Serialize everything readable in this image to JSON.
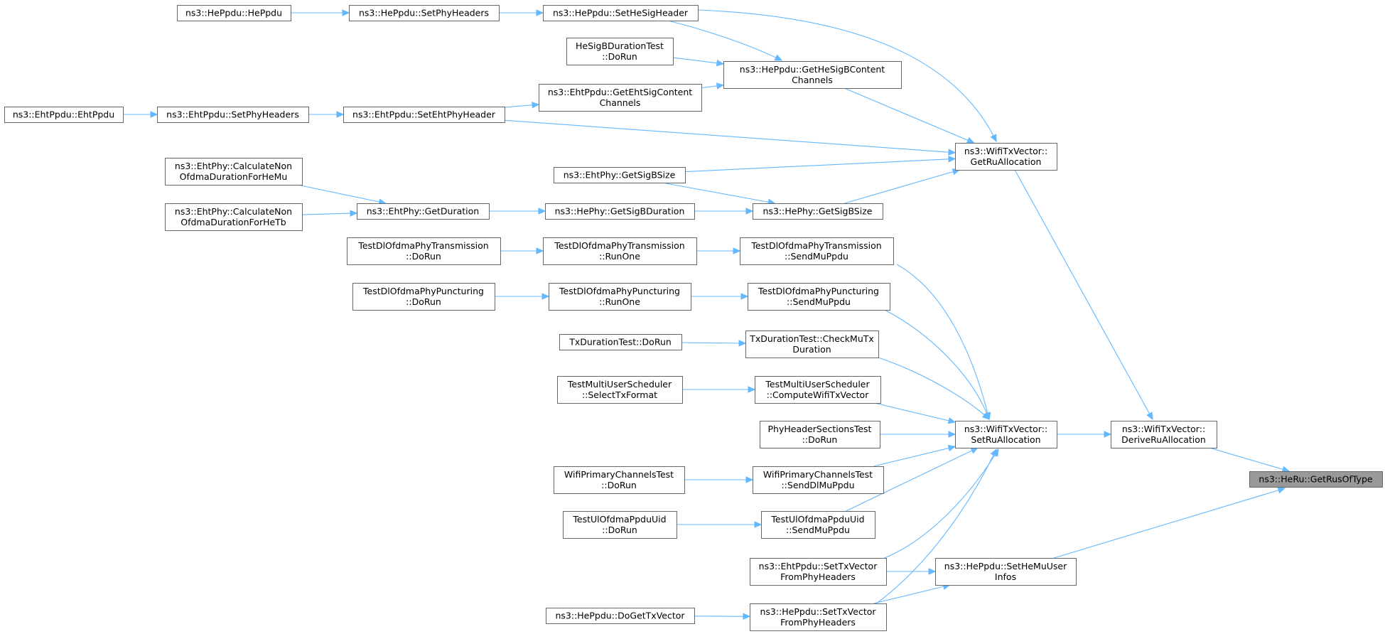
{
  "diagram": {
    "nodes": [
      {
        "id": "heppdu_ctor",
        "lines": [
          "ns3::HePpdu::HePpdu"
        ]
      },
      {
        "id": "heppdu_setphyheaders",
        "lines": [
          "ns3::HePpdu::SetPhyHeaders"
        ]
      },
      {
        "id": "heppdu_sethesigheader",
        "lines": [
          "ns3::HePpdu::SetHeSigHeader"
        ]
      },
      {
        "id": "hesigb_dorun",
        "lines": [
          "HeSigBDurationTest",
          "::DoRun"
        ]
      },
      {
        "id": "heppdu_gethesigbcontentchannels",
        "lines": [
          "ns3::HePpdu::GetHeSigBContent",
          "Channels"
        ]
      },
      {
        "id": "ehtppdu_ctor",
        "lines": [
          "ns3::EhtPpdu::EhtPpdu"
        ]
      },
      {
        "id": "ehtppdu_setphyheaders",
        "lines": [
          "ns3::EhtPpdu::SetPhyHeaders"
        ]
      },
      {
        "id": "ehtppdu_setehtphyheader",
        "lines": [
          "ns3::EhtPpdu::SetEhtPhyHeader"
        ]
      },
      {
        "id": "ehtppdu_getehtsigcontentchannels",
        "lines": [
          "ns3::EhtPpdu::GetEhtSigContent",
          "Channels"
        ]
      },
      {
        "id": "wifitxvector_getruallocation",
        "lines": [
          "ns3::WifiTxVector::",
          "GetRuAllocation"
        ]
      },
      {
        "id": "ehtphy_getsigbsize",
        "lines": [
          "ns3::EhtPhy::GetSigBSize"
        ]
      },
      {
        "id": "ehtphy_calc_hemu",
        "lines": [
          "ns3::EhtPhy::CalculateNon",
          "OfdmaDurationForHeMu"
        ]
      },
      {
        "id": "ehtphy_calc_hetb",
        "lines": [
          "ns3::EhtPhy::CalculateNon",
          "OfdmaDurationForHeTb"
        ]
      },
      {
        "id": "ehtphy_getduration",
        "lines": [
          "ns3::EhtPhy::GetDuration"
        ]
      },
      {
        "id": "hephy_getsigbduration",
        "lines": [
          "ns3::HePhy::GetSigBDuration"
        ]
      },
      {
        "id": "hephy_getsigbsize",
        "lines": [
          "ns3::HePhy::GetSigBSize"
        ]
      },
      {
        "id": "dlofdma_tx_dorun",
        "lines": [
          "TestDlOfdmaPhyTransmission",
          "::DoRun"
        ]
      },
      {
        "id": "dlofdma_tx_runone",
        "lines": [
          "TestDlOfdmaPhyTransmission",
          "::RunOne"
        ]
      },
      {
        "id": "dlofdma_tx_sendmuppdu",
        "lines": [
          "TestDlOfdmaPhyTransmission",
          "::SendMuPpdu"
        ]
      },
      {
        "id": "dlofdma_punc_dorun",
        "lines": [
          "TestDlOfdmaPhyPuncturing",
          "::DoRun"
        ]
      },
      {
        "id": "dlofdma_punc_runone",
        "lines": [
          "TestDlOfdmaPhyPuncturing",
          "::RunOne"
        ]
      },
      {
        "id": "dlofdma_punc_sendmuppdu",
        "lines": [
          "TestDlOfdmaPhyPuncturing",
          "::SendMuPpdu"
        ]
      },
      {
        "id": "txduration_dorun",
        "lines": [
          "TxDurationTest::DoRun"
        ]
      },
      {
        "id": "txduration_checkmutx",
        "lines": [
          "TxDurationTest::CheckMuTx",
          "Duration"
        ]
      },
      {
        "id": "multiuser_selecttxformat",
        "lines": [
          "TestMultiUserScheduler",
          "::SelectTxFormat"
        ]
      },
      {
        "id": "multiuser_computewifitxvector",
        "lines": [
          "TestMultiUserScheduler",
          "::ComputeWifiTxVector"
        ]
      },
      {
        "id": "phyheadersections_dorun",
        "lines": [
          "PhyHeaderSectionsTest",
          "::DoRun"
        ]
      },
      {
        "id": "wifitxvector_setruallocation",
        "lines": [
          "ns3::WifiTxVector::",
          "SetRuAllocation"
        ]
      },
      {
        "id": "wifitxvector_deriveruallocation",
        "lines": [
          "ns3::WifiTxVector::",
          "DeriveRuAllocation"
        ]
      },
      {
        "id": "heru_getrusoftype",
        "lines": [
          "ns3::HeRu::GetRusOfType"
        ]
      },
      {
        "id": "primarychannels_dorun",
        "lines": [
          "WifiPrimaryChannelsTest",
          "::DoRun"
        ]
      },
      {
        "id": "primarychannels_senddlmuppdu",
        "lines": [
          "WifiPrimaryChannelsTest",
          "::SendDlMuPpdu"
        ]
      },
      {
        "id": "ulofdma_uid_dorun",
        "lines": [
          "TestUlOfdmaPpduUid",
          "::DoRun"
        ]
      },
      {
        "id": "ulofdma_uid_sendmuppdu",
        "lines": [
          "TestUlOfdmaPpduUid",
          "::SendMuPpdu"
        ]
      },
      {
        "id": "ehtppdu_settxvector",
        "lines": [
          "ns3::EhtPpdu::SetTxVector",
          "FromPhyHeaders"
        ]
      },
      {
        "id": "heppdu_sethemuuserinfos",
        "lines": [
          "ns3::HePpdu::SetHeMuUser",
          "Infos"
        ]
      },
      {
        "id": "heppdu_dogettxvector",
        "lines": [
          "ns3::HePpdu::DoGetTxVector"
        ]
      },
      {
        "id": "heppdu_settxvector",
        "lines": [
          "ns3::HePpdu::SetTxVector",
          "FromPhyHeaders"
        ]
      }
    ],
    "highlight_node": "heru_getrusoftype",
    "edges": [
      {
        "from": "heppdu_ctor",
        "to": "heppdu_setphyheaders"
      },
      {
        "from": "heppdu_setphyheaders",
        "to": "heppdu_sethesigheader"
      },
      {
        "from": "heppdu_sethesigheader",
        "to": "wifitxvector_getruallocation"
      },
      {
        "from": "heppdu_sethesigheader",
        "to": "heppdu_gethesigbcontentchannels"
      },
      {
        "from": "hesigb_dorun",
        "to": "heppdu_gethesigbcontentchannels"
      },
      {
        "from": "heppdu_gethesigbcontentchannels",
        "to": "wifitxvector_getruallocation"
      },
      {
        "from": "ehtppdu_ctor",
        "to": "ehtppdu_setphyheaders"
      },
      {
        "from": "ehtppdu_setphyheaders",
        "to": "ehtppdu_setehtphyheader"
      },
      {
        "from": "ehtppdu_setehtphyheader",
        "to": "ehtppdu_getehtsigcontentchannels"
      },
      {
        "from": "ehtppdu_getehtsigcontentchannels",
        "to": "heppdu_gethesigbcontentchannels"
      },
      {
        "from": "ehtppdu_setehtphyheader",
        "to": "wifitxvector_getruallocation"
      },
      {
        "from": "ehtphy_getsigbsize",
        "to": "wifitxvector_getruallocation"
      },
      {
        "from": "ehtphy_getsigbsize",
        "to": "hephy_getsigbsize"
      },
      {
        "from": "hephy_getsigbsize",
        "to": "wifitxvector_getruallocation"
      },
      {
        "from": "ehtphy_calc_hemu",
        "to": "ehtphy_getduration"
      },
      {
        "from": "ehtphy_calc_hetb",
        "to": "ehtphy_getduration"
      },
      {
        "from": "ehtphy_getduration",
        "to": "hephy_getsigbduration"
      },
      {
        "from": "hephy_getsigbduration",
        "to": "hephy_getsigbsize"
      },
      {
        "from": "wifitxvector_getruallocation",
        "to": "wifitxvector_deriveruallocation"
      },
      {
        "from": "dlofdma_tx_dorun",
        "to": "dlofdma_tx_runone"
      },
      {
        "from": "dlofdma_tx_runone",
        "to": "dlofdma_tx_sendmuppdu"
      },
      {
        "from": "dlofdma_tx_sendmuppdu",
        "to": "wifitxvector_setruallocation"
      },
      {
        "from": "dlofdma_punc_dorun",
        "to": "dlofdma_punc_runone"
      },
      {
        "from": "dlofdma_punc_runone",
        "to": "dlofdma_punc_sendmuppdu"
      },
      {
        "from": "dlofdma_punc_sendmuppdu",
        "to": "wifitxvector_setruallocation"
      },
      {
        "from": "txduration_dorun",
        "to": "txduration_checkmutx"
      },
      {
        "from": "txduration_checkmutx",
        "to": "wifitxvector_setruallocation"
      },
      {
        "from": "multiuser_selecttxformat",
        "to": "multiuser_computewifitxvector"
      },
      {
        "from": "multiuser_computewifitxvector",
        "to": "wifitxvector_setruallocation"
      },
      {
        "from": "phyheadersections_dorun",
        "to": "wifitxvector_setruallocation"
      },
      {
        "from": "wifitxvector_setruallocation",
        "to": "wifitxvector_deriveruallocation"
      },
      {
        "from": "wifitxvector_deriveruallocation",
        "to": "heru_getrusoftype"
      },
      {
        "from": "primarychannels_dorun",
        "to": "primarychannels_senddlmuppdu"
      },
      {
        "from": "primarychannels_senddlmuppdu",
        "to": "wifitxvector_setruallocation"
      },
      {
        "from": "ulofdma_uid_dorun",
        "to": "ulofdma_uid_sendmuppdu"
      },
      {
        "from": "ulofdma_uid_sendmuppdu",
        "to": "wifitxvector_setruallocation"
      },
      {
        "from": "ehtppdu_settxvector",
        "to": "wifitxvector_setruallocation"
      },
      {
        "from": "ehtppdu_settxvector",
        "to": "heppdu_sethemuuserinfos"
      },
      {
        "from": "heppdu_dogettxvector",
        "to": "heppdu_settxvector"
      },
      {
        "from": "heppdu_settxvector",
        "to": "wifitxvector_setruallocation"
      },
      {
        "from": "heppdu_settxvector",
        "to": "heppdu_sethemuuserinfos"
      },
      {
        "from": "heppdu_sethemuuserinfos",
        "to": "heru_getrusoftype"
      }
    ],
    "colors": {
      "edge": "#63b8ff",
      "node_border": "#666666",
      "node_fill": "#ffffff",
      "highlight_fill": "#999999"
    }
  }
}
